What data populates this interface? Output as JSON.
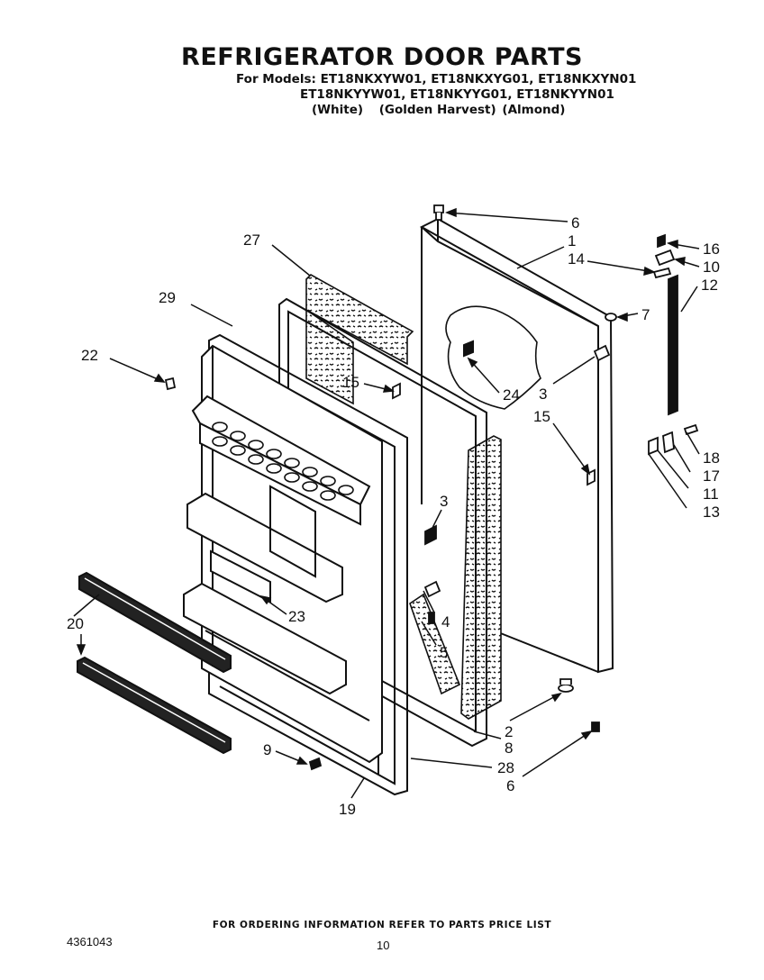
{
  "header": {
    "title": "REFRIGERATOR DOOR PARTS",
    "models_line1": "For Models: ET18NKXYW01, ET18NKXYG01, ET18NKXYN01",
    "models_line2": "ET18NKYYW01, ET18NKYYG01, ET18NKYYN01",
    "colors": [
      "(White)",
      "(Golden Harvest)",
      "(Almond)"
    ]
  },
  "callouts": {
    "c1": "1",
    "c2": "2",
    "c3a": "3",
    "c3b": "3",
    "c4": "4",
    "c5": "5",
    "c6a": "6",
    "c6b": "6",
    "c7": "7",
    "c8": "8",
    "c9": "9",
    "c10": "10",
    "c11": "11",
    "c12": "12",
    "c13": "13",
    "c14": "14",
    "c15a": "15",
    "c15b": "15",
    "c16": "16",
    "c17": "17",
    "c18": "18",
    "c19": "19",
    "c20": "20",
    "c22": "22",
    "c23": "23",
    "c24": "24",
    "c27": "27",
    "c28": "28",
    "c29": "29"
  },
  "footer": {
    "ordering_note": "FOR ORDERING INFORMATION REFER TO PARTS PRICE LIST",
    "catalog_number": "4361043",
    "page_number": "10"
  }
}
